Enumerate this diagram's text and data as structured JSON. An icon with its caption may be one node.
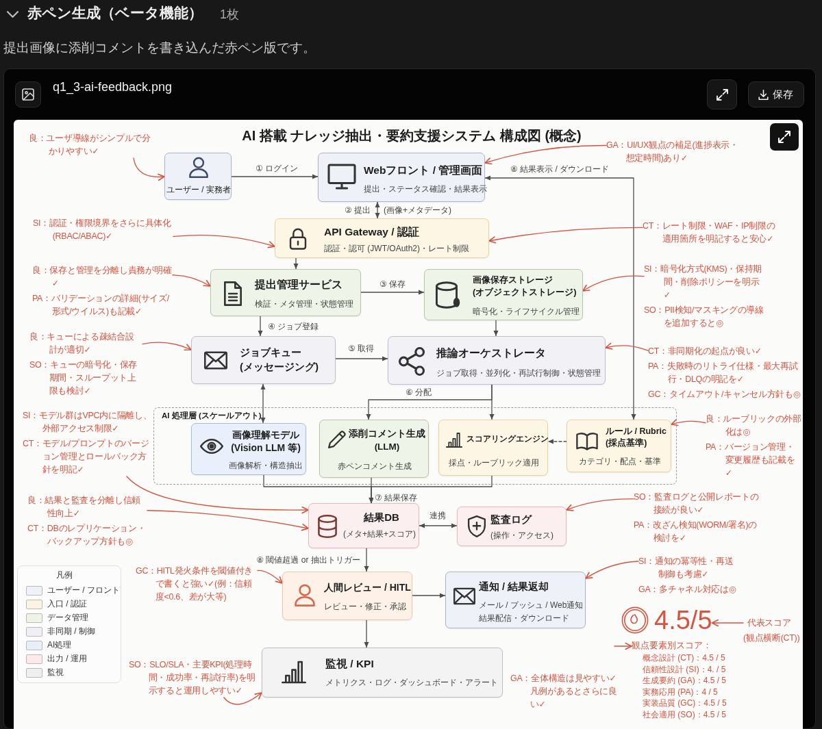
{
  "diagram": {
    "title": "AI 搭載 ナレッジ抽出・要約支援システム 構成図 (概念)",
    "nodes": [
      {
        "text": [
          "ユーザー / 実務者"
        ]
      },
      {
        "text": [
          "Webフロント / 管理画面",
          "提出・ステータス確認・結果表示"
        ]
      },
      {
        "text": [
          "API Gateway / 認証",
          "認証・認可 (JWT/OAuth2)・レート制限"
        ]
      },
      {
        "text": [
          "提出管理サービス",
          "検証・メタ管理・状態管理"
        ]
      },
      {
        "text": [
          "画像保存ストレージ (オブジェクトストレージ)",
          "暗号化・ライフサイクル管理"
        ]
      },
      {
        "text": [
          "ジョブキュー (メッセージング)"
        ]
      },
      {
        "text": [
          "推論オーケストレータ",
          "ジョブ取得・並列化・再試行制御・状態管理"
        ]
      },
      {
        "text": [
          "AI 処理層 (スケールアウト)"
        ]
      },
      {
        "text": [
          "画像理解モデル (Vision LLM 等)",
          "画像解析・構造抽出"
        ],
        "in": 7
      },
      {
        "text": [
          "添削コメント生成 (LLM)",
          "赤ペンコメント生成"
        ],
        "in": 7
      },
      {
        "text": [
          "スコアリングエンジン",
          "採点・ルーブリック適用"
        ],
        "in": 7
      },
      {
        "text": [
          "ルール / Rubric (採点基準)",
          "カテゴリ・配点・基準"
        ],
        "in": 7
      },
      {
        "text": [
          "結果DB",
          "(メタ+結果+スコア)"
        ]
      },
      {
        "text": [
          "監査ログ",
          "(操作・アクセス)"
        ]
      },
      {
        "text": [
          "人間レビュー / HITL",
          "レビュー・修正・承認"
        ]
      },
      {
        "text": [
          "通知 / 結果返却",
          "メール / プッシュ / Web通知",
          "結果配信・ダウンロード"
        ]
      },
      {
        "text": [
          "監視 / KPI",
          "メトリクス・ログ・ダッシュボード・アラート"
        ]
      },
      {
        "text": [
          "良：ユーザ導線がシンプルで分かりやすい✓"
        ]
      },
      {
        "text": [
          "SI：認証・権限境界をさらに具体化(RBAC/ABAC)✓"
        ]
      },
      {
        "text": [
          "良：保存と管理を分離し責務が明確✓",
          "PA：バリデーションの詳細(サイズ/形式/ウイルス)も記載✓"
        ]
      },
      {
        "text": [
          "良：キューによる疎結合設計が適切✓",
          "SO：キューの暗号化・保存期間・スループット上限も検討✓"
        ]
      },
      {
        "text": [
          "SI：モデル群はVPC内に隔離し、外部アクセス制限✓",
          "CT：モデル/プロンプトのバージョン管理とロールバック方針を明記✓"
        ]
      },
      {
        "text": [
          "良：結果と監査を分離し信頼性向上✓",
          "CT：DBのレプリケーション・バックアップ方針も◎"
        ]
      },
      {
        "text": [
          "GC：HITL発火条件を閾値付きで書くと強い✓(例：信頼度<0.6、差が大等)"
        ]
      },
      {
        "text": [
          "SO：SLO/SLA・主要KPI(処理時間・成功率・再試行率)を明示すると運用しやすい✓"
        ]
      },
      {
        "text": [
          "GA：UI/UX観点の補足(進捗表示・想定時間)あり✓"
        ]
      },
      {
        "text": [
          "CT：レート制限・WAF・IP制限の適用箇所を明記すると安心✓"
        ]
      },
      {
        "text": [
          "SI：暗号化方式(KMS)・保持期間・削除ポリシーを明示✓",
          "SO：PII検知/マスキングの導線を追加すると◎"
        ]
      },
      {
        "text": [
          "CT：非同期化の起点が良い✓",
          "PA：失敗時のリトライ仕様・最大再試行・DLQの明記を✓",
          "GC：タイムアウト/キャンセル方針も◎"
        ]
      },
      {
        "text": [
          "良：ルーブリックの外部化は◎",
          "PA：バージョン管理・変更履歴も記載を✓"
        ]
      },
      {
        "text": [
          "SO：監査ログと公開レポートの接続が良い✓",
          "PA：改ざん検知(WORM/署名)の検討を✓"
        ]
      },
      {
        "text": [
          "SI：通知の冪等性・再送制御も考慮✓",
          "GA：多チャネル対応は◎"
        ]
      },
      {
        "text": [
          "4.5/5"
        ]
      },
      {
        "text": [
          "代表スコア",
          "(観点横断(CT))"
        ]
      },
      {
        "text": [
          "観点要素別スコア：",
          "概念設計 (CT)：4.5 / 5",
          "信頼性設計 (SI)：4. / 5",
          "生成要約 (GA)：4.5 / 5",
          "実務応用 (PA)：4 / 5",
          "実装品質 (GC)：4.5 / 5",
          "社会適用 (SO)：4.5 / 5"
        ]
      }
    ],
    "edges": [
      {
        "from": 0,
        "to": 1,
        "arrow": "to",
        "label": "① ログイン"
      },
      {
        "from": 1,
        "to": 2,
        "arrow": "both",
        "label": "② 提出"
      },
      {
        "from": 2,
        "to": 3,
        "arrow": "to"
      },
      {
        "from": 3,
        "to": 4,
        "arrow": "to",
        "label": "③ 保存"
      },
      {
        "from": 3,
        "to": 5,
        "arrow": "to",
        "label": "④ ジョブ登録"
      },
      {
        "from": 4,
        "to": 6,
        "arrow": "to"
      },
      {
        "from": 5,
        "to": 6,
        "arrow": "to",
        "label": "⑤ 取得"
      },
      {
        "from": 5,
        "to": 8,
        "arrow": "both"
      },
      {
        "from": 6,
        "to": 9,
        "arrow": "to",
        "label": "⑥ 分配"
      },
      {
        "from": 6,
        "to": 10,
        "arrow": "to"
      },
      {
        "from": 11,
        "to": 10,
        "arrow": "to",
        "style": "dashed"
      },
      {
        "from": 11,
        "to": 1,
        "arrow": "both",
        "label": "⑧ 結果表示 / ダウンロード"
      },
      {
        "from": 8,
        "to": 12,
        "arrow": "to"
      },
      {
        "from": 9,
        "to": 12,
        "arrow": "to",
        "label": "⑦ 結果保存"
      },
      {
        "from": 10,
        "to": 12,
        "arrow": "to"
      },
      {
        "from": 12,
        "to": 13,
        "arrow": "both",
        "label": "連携"
      },
      {
        "from": 12,
        "to": 14,
        "arrow": "to",
        "label": "⑧ 閾値超過 or 抽出トリガー"
      },
      {
        "from": 14,
        "to": 15,
        "arrow": "to"
      },
      {
        "from": 14,
        "to": 16,
        "arrow": "to"
      },
      {
        "from": 17,
        "to": 0,
        "arrow": "to",
        "color": "#d5533f"
      },
      {
        "from": 18,
        "to": 2,
        "arrow": "to",
        "color": "#d5533f"
      },
      {
        "from": 19,
        "to": 3,
        "arrow": "to",
        "color": "#d5533f"
      },
      {
        "from": 20,
        "to": 5,
        "arrow": "to",
        "color": "#d5533f"
      },
      {
        "from": 21,
        "to": 12,
        "arrow": "to",
        "color": "#d5533f"
      },
      {
        "from": 22,
        "to": 12,
        "arrow": "to",
        "color": "#d5533f"
      },
      {
        "from": 23,
        "to": 14,
        "arrow": "to",
        "color": "#d5533f"
      },
      {
        "from": 24,
        "to": 16,
        "arrow": "to",
        "color": "#d5533f"
      },
      {
        "from": 25,
        "to": 1,
        "arrow": "to",
        "color": "#d5533f"
      },
      {
        "from": 26,
        "to": 2,
        "arrow": "to",
        "color": "#d5533f"
      },
      {
        "from": 27,
        "to": 4,
        "arrow": "to",
        "color": "#d5533f"
      },
      {
        "from": 28,
        "to": 6,
        "arrow": "to",
        "color": "#d5533f"
      },
      {
        "from": 29,
        "to": 11,
        "arrow": "to",
        "color": "#d5533f"
      },
      {
        "from": 30,
        "to": 13,
        "arrow": "to",
        "color": "#d5533f"
      },
      {
        "from": 31,
        "to": 15,
        "arrow": "to",
        "color": "#d5533f"
      },
      {
        "from": 33,
        "to": 32,
        "arrow": "to",
        "color": "#d5533f"
      },
      {
        "from": null,
        "to": 34,
        "arrow": "to",
        "color": "#d5533f"
      }
    ],
    "labels": [
      "赤ペン生成（ベータ機能）",
      "1枚",
      "提出画像に添削コメントを書き込んだ赤ペン版です。",
      "q1_3-ai-feedback.png",
      "保存",
      "(画像+メタデータ)",
      "凡例",
      "GA：全体構造は見やすい✓凡例があるとさらに良い✓"
    ],
    "legend": [
      {
        "text": "ユーザー / フロント",
        "color": "#eef1f8"
      },
      {
        "text": "入口 / 認証",
        "color": "#fdf3e1"
      },
      {
        "text": "データ管理",
        "color": "#eef3e6"
      },
      {
        "text": "非同期 / 制御",
        "color": "#efeff5"
      },
      {
        "text": "AI処理",
        "color": "#e8effa"
      },
      {
        "text": "出力 / 運用",
        "color": "#fbeaea"
      },
      {
        "text": "監視",
        "color": "#efefef"
      }
    ]
  }
}
